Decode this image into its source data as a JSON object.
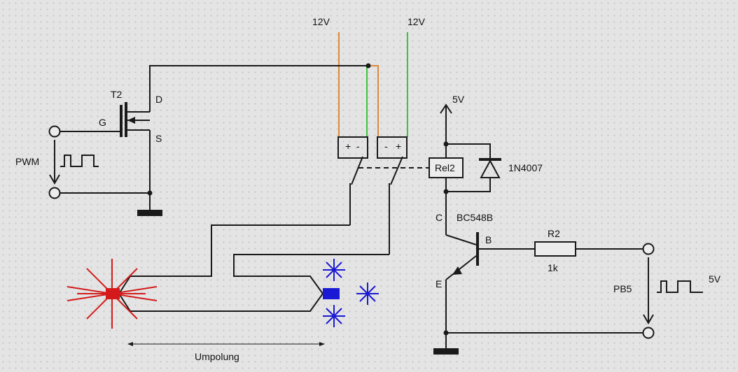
{
  "labels": {
    "supply_left": "12V",
    "supply_right": "12V",
    "five_v": "5V",
    "transistor_t2": "T2",
    "drain": "D",
    "gate": "G",
    "source": "S",
    "pwm": "PWM",
    "relay": "Rel2",
    "diode": "1N4007",
    "transistor_bc": "BC548B",
    "collector": "C",
    "base": "B",
    "emitter": "E",
    "resistor_name": "R2",
    "resistor_value": "1k",
    "pb5": "PB5",
    "pb5_level": "5V",
    "plus_left": "+",
    "minus_left": "-",
    "minus_right": "-",
    "plus_right": "+",
    "umpolung": "Umpolung"
  },
  "colors": {
    "wire": "#1a1a1a",
    "supply_orange": "#d98a3a",
    "supply_green": "#3ec43e",
    "led_red": "#d41a1a",
    "led_blue": "#1a1ad4",
    "component_fill": "#ececec"
  },
  "icons": {
    "ground": "ground-symbol",
    "supply": "arrow-up-icon",
    "terminal": "terminal-circle",
    "pulse": "square-wave-icon",
    "led_red": "red-led-rays",
    "led_blue": "blue-led-rays"
  }
}
